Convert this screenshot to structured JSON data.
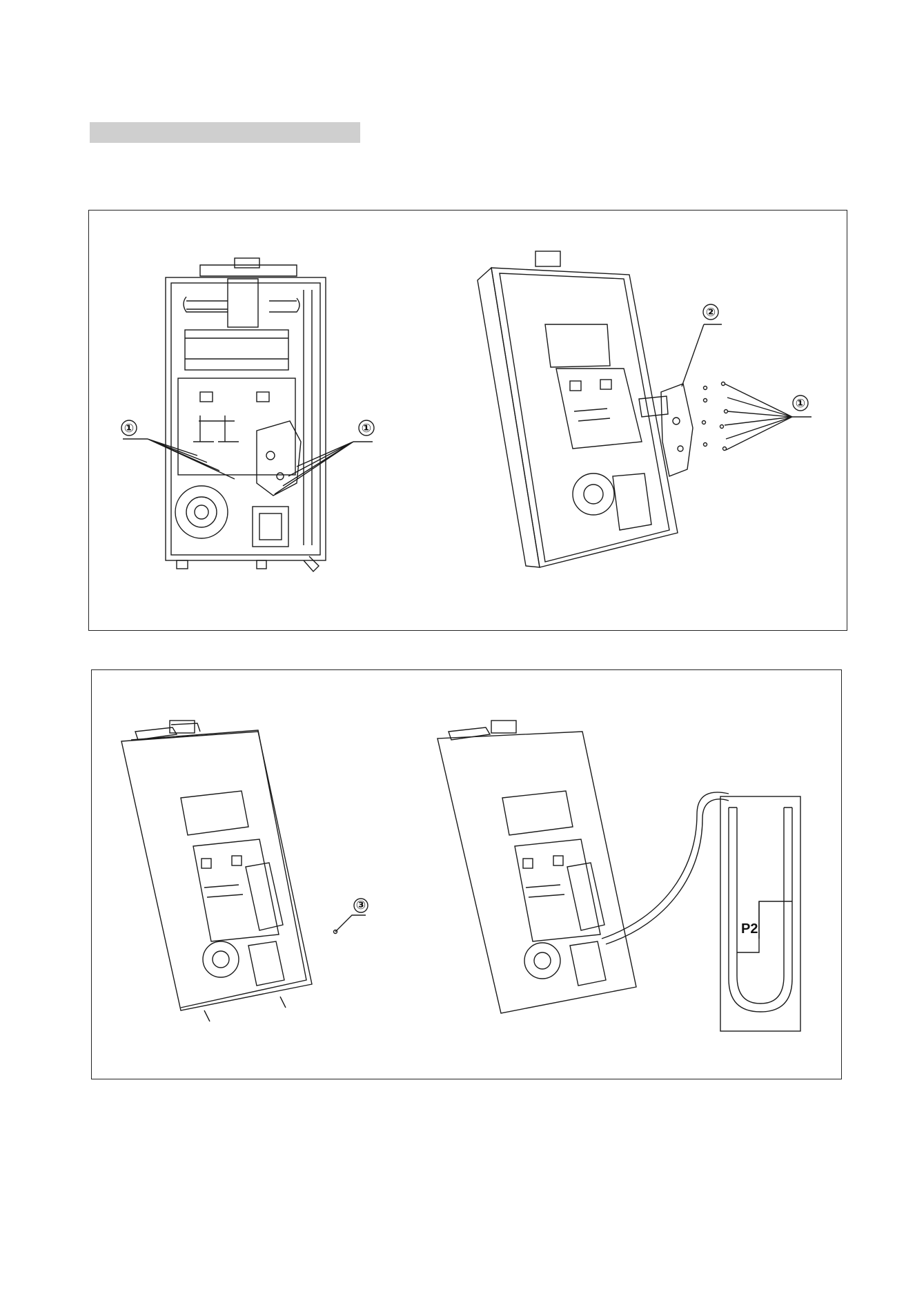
{
  "header": {
    "title_bar_color": "#cfcfcf"
  },
  "callouts": {
    "c1_left": "①",
    "c1_right": "①",
    "c1_far": "①",
    "c2": "②",
    "c3": "③"
  },
  "manometer": {
    "label": "P2"
  },
  "colors": {
    "line": "#1a1a1a",
    "panel_border": "#222222"
  }
}
